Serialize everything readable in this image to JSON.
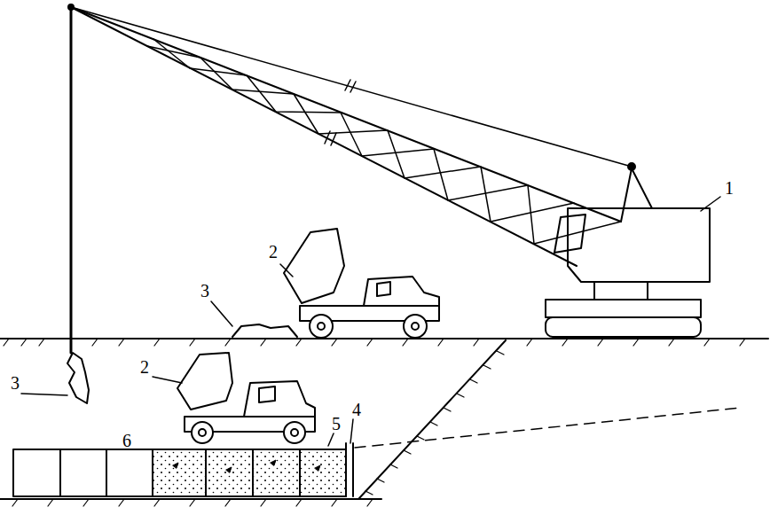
{
  "diagram": {
    "labels": [
      "1",
      "2",
      "3",
      "3",
      "2",
      "6",
      "5",
      "4"
    ]
  }
}
